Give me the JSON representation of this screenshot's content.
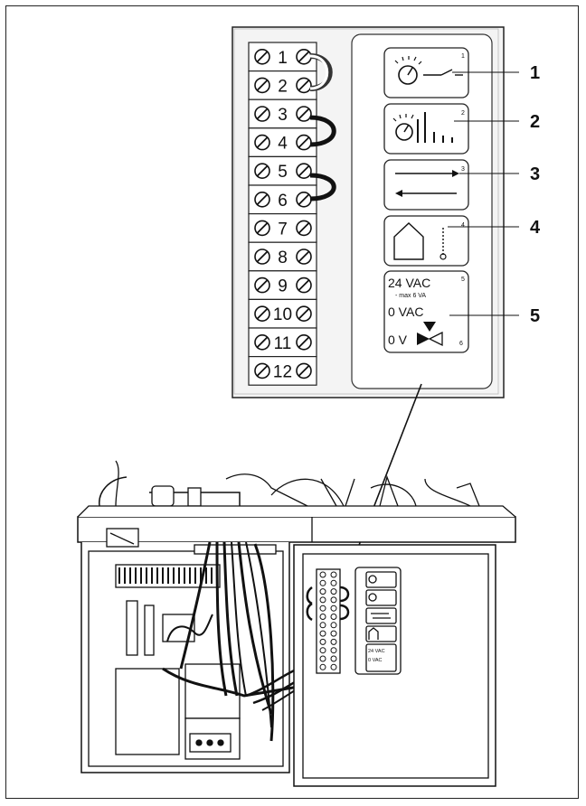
{
  "terminals": [
    "1",
    "2",
    "3",
    "4",
    "5",
    "6",
    "7",
    "8",
    "9",
    "10",
    "11",
    "12"
  ],
  "callouts": [
    "1",
    "2",
    "3",
    "4",
    "5"
  ],
  "panel_numbers": [
    "1",
    "2",
    "3",
    "4",
    "5",
    "6"
  ],
  "panel_texts": {
    "vac24": "24 VAC",
    "max_va": "- max 6 VA",
    "vac0": "0 VAC",
    "v0": "0 V"
  },
  "mini_panel_texts": {
    "vac24": "24 VAC",
    "vac0": "0 VAC"
  }
}
